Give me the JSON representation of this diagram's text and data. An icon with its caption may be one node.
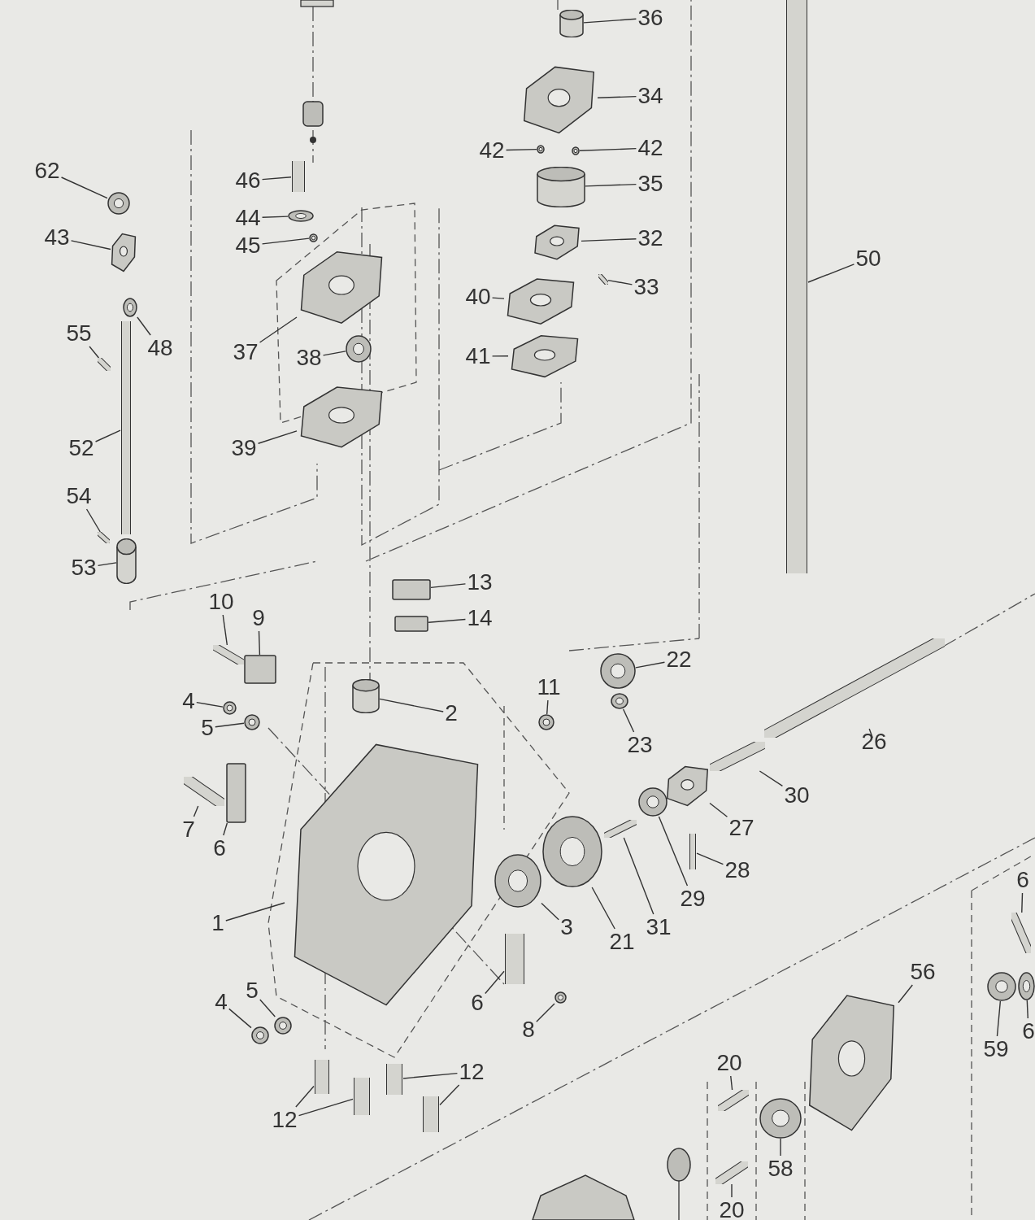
{
  "diagram": {
    "nodes": [
      {
        "text": [
          "36"
        ]
      },
      {
        "text": [],
        "shape": "cylinder"
      },
      {
        "text": [
          "34"
        ]
      },
      {
        "text": [],
        "shape": "picture"
      },
      {
        "text": [
          "42"
        ]
      },
      {
        "text": [],
        "shape": "circle"
      },
      {
        "text": [
          "42"
        ]
      },
      {
        "text": [],
        "shape": "circle"
      },
      {
        "text": [
          "35"
        ]
      },
      {
        "text": [],
        "shape": "cylinder"
      },
      {
        "text": [
          "32"
        ]
      },
      {
        "text": [],
        "shape": "picture"
      },
      {
        "text": [
          "33"
        ]
      },
      {
        "text": [],
        "shape": "bar"
      },
      {
        "text": [
          "40"
        ]
      },
      {
        "text": [],
        "shape": "picture"
      },
      {
        "text": [
          "41"
        ]
      },
      {
        "text": [],
        "shape": "picture"
      },
      {
        "text": [
          "50"
        ]
      },
      {
        "text": [],
        "shape": "bar"
      },
      {
        "text": [
          "62"
        ]
      },
      {
        "text": [],
        "shape": "circle"
      },
      {
        "text": [
          "43"
        ]
      },
      {
        "text": [],
        "shape": "picture"
      },
      {
        "text": [
          "48"
        ]
      },
      {
        "text": [],
        "shape": "circle"
      },
      {
        "text": [
          "55"
        ]
      },
      {
        "text": [],
        "shape": "bar"
      },
      {
        "text": [
          "52"
        ]
      },
      {
        "text": [],
        "shape": "bar"
      },
      {
        "text": [
          "54"
        ]
      },
      {
        "text": [],
        "shape": "bar"
      },
      {
        "text": [
          "53"
        ]
      },
      {
        "text": [],
        "shape": "cylinder"
      },
      {
        "text": [
          "46"
        ]
      },
      {
        "text": [],
        "shape": "bar"
      },
      {
        "text": [
          "44"
        ]
      },
      {
        "text": [],
        "shape": "circle"
      },
      {
        "text": [
          "45"
        ]
      },
      {
        "text": [],
        "shape": "circle"
      },
      {
        "text": [
          "37"
        ]
      },
      {
        "text": [],
        "shape": "picture"
      },
      {
        "text": [
          "38"
        ]
      },
      {
        "text": [],
        "shape": "circle"
      },
      {
        "text": [
          "39"
        ]
      },
      {
        "text": [],
        "shape": "picture"
      },
      {
        "text": [
          "10"
        ]
      },
      {
        "text": [],
        "shape": "bar"
      },
      {
        "text": [
          "9"
        ]
      },
      {
        "text": [],
        "shape": "box"
      },
      {
        "text": [
          "13"
        ]
      },
      {
        "text": [],
        "shape": "box"
      },
      {
        "text": [
          "14"
        ]
      },
      {
        "text": [],
        "shape": "box"
      },
      {
        "text": [
          "4"
        ]
      },
      {
        "text": [],
        "shape": "circle"
      },
      {
        "text": [
          "5"
        ]
      },
      {
        "text": [],
        "shape": "circle"
      },
      {
        "text": [
          "2"
        ]
      },
      {
        "text": [],
        "shape": "cylinder"
      },
      {
        "text": [
          "11"
        ]
      },
      {
        "text": [],
        "shape": "circle"
      },
      {
        "text": [
          "22"
        ]
      },
      {
        "text": [],
        "shape": "circle"
      },
      {
        "text": [
          "23"
        ]
      },
      {
        "text": [],
        "shape": "circle"
      },
      {
        "text": [
          "26"
        ]
      },
      {
        "text": [],
        "shape": "bar"
      },
      {
        "text": [
          "30"
        ]
      },
      {
        "text": [],
        "shape": "bar"
      },
      {
        "text": [
          "27"
        ]
      },
      {
        "text": [],
        "shape": "picture"
      },
      {
        "text": [
          "28"
        ]
      },
      {
        "text": [],
        "shape": "bar"
      },
      {
        "text": [
          "29"
        ]
      },
      {
        "text": [],
        "shape": "circle"
      },
      {
        "text": [
          "31"
        ]
      },
      {
        "text": [],
        "shape": "bar"
      },
      {
        "text": [
          "21"
        ]
      },
      {
        "text": [],
        "shape": "circle"
      },
      {
        "text": [
          "3"
        ]
      },
      {
        "text": [],
        "shape": "circle"
      },
      {
        "text": [
          "7"
        ]
      },
      {
        "text": [],
        "shape": "bar"
      },
      {
        "text": [
          "6"
        ]
      },
      {
        "text": [],
        "shape": "box"
      },
      {
        "text": [
          "1"
        ]
      },
      {
        "text": [],
        "shape": "picture"
      },
      {
        "text": [
          "6"
        ]
      },
      {
        "text": [],
        "shape": "bar"
      },
      {
        "text": [
          "8"
        ]
      },
      {
        "text": [],
        "shape": "circle"
      },
      {
        "text": [
          "5"
        ]
      },
      {
        "text": [],
        "shape": "circle"
      },
      {
        "text": [
          "4"
        ]
      },
      {
        "text": [],
        "shape": "circle"
      },
      {
        "text": [
          "12"
        ]
      },
      {
        "text": [],
        "shape": "bar"
      },
      {
        "text": [],
        "shape": "bar"
      },
      {
        "text": [
          "12"
        ]
      },
      {
        "text": [],
        "shape": "bar"
      },
      {
        "text": [],
        "shape": "bar"
      },
      {
        "text": [
          "20"
        ]
      },
      {
        "text": [],
        "shape": "bar"
      },
      {
        "text": [
          "20"
        ]
      },
      {
        "text": [],
        "shape": "bar"
      },
      {
        "text": [
          "58"
        ]
      },
      {
        "text": [],
        "shape": "circle"
      },
      {
        "text": [
          "56"
        ]
      },
      {
        "text": [],
        "shape": "picture"
      },
      {
        "text": [
          "59"
        ]
      },
      {
        "text": [],
        "shape": "circle"
      },
      {
        "text": [
          "6"
        ]
      },
      {
        "text": [],
        "shape": "bar"
      },
      {
        "text": [
          "6"
        ]
      },
      {
        "text": [],
        "shape": "circle"
      }
    ],
    "edges": [
      {
        "from": 0,
        "to": 1,
        "arrow": "none"
      },
      {
        "from": 2,
        "to": 3,
        "arrow": "none"
      },
      {
        "from": 4,
        "to": 5,
        "arrow": "none"
      },
      {
        "from": 6,
        "to": 7,
        "arrow": "none"
      },
      {
        "from": 8,
        "to": 9,
        "arrow": "none"
      },
      {
        "from": 10,
        "to": 11,
        "arrow": "none"
      },
      {
        "from": 12,
        "to": 13,
        "arrow": "none"
      },
      {
        "from": 14,
        "to": 15,
        "arrow": "none"
      },
      {
        "from": 16,
        "to": 17,
        "arrow": "none"
      },
      {
        "from": 18,
        "to": 19,
        "arrow": "none"
      },
      {
        "from": 20,
        "to": 21,
        "arrow": "none"
      },
      {
        "from": 22,
        "to": 23,
        "arrow": "none"
      },
      {
        "from": 24,
        "to": 25,
        "arrow": "none"
      },
      {
        "from": 26,
        "to": 27,
        "arrow": "none"
      },
      {
        "from": 28,
        "to": 29,
        "arrow": "none"
      },
      {
        "from": 30,
        "to": 31,
        "arrow": "none"
      },
      {
        "from": 32,
        "to": 33,
        "arrow": "none"
      },
      {
        "from": 34,
        "to": 35,
        "arrow": "none"
      },
      {
        "from": 36,
        "to": 37,
        "arrow": "none"
      },
      {
        "from": 38,
        "to": 39,
        "arrow": "none"
      },
      {
        "from": 40,
        "to": 41,
        "arrow": "none"
      },
      {
        "from": 42,
        "to": 43,
        "arrow": "none"
      },
      {
        "from": 44,
        "to": 45,
        "arrow": "none"
      },
      {
        "from": 46,
        "to": 47,
        "arrow": "none"
      },
      {
        "from": 48,
        "to": 49,
        "arrow": "none"
      },
      {
        "from": 50,
        "to": 51,
        "arrow": "none"
      },
      {
        "from": 52,
        "to": 53,
        "arrow": "none"
      },
      {
        "from": 54,
        "to": 55,
        "arrow": "none"
      },
      {
        "from": 56,
        "to": 57,
        "arrow": "none"
      },
      {
        "from": 58,
        "to": 59,
        "arrow": "none"
      },
      {
        "from": 60,
        "to": 61,
        "arrow": "none"
      },
      {
        "from": 62,
        "to": 63,
        "arrow": "none"
      },
      {
        "from": 64,
        "to": 65,
        "arrow": "none"
      },
      {
        "from": 66,
        "to": 67,
        "arrow": "none"
      },
      {
        "from": 68,
        "to": 69,
        "arrow": "none"
      },
      {
        "from": 70,
        "to": 71,
        "arrow": "none"
      },
      {
        "from": 72,
        "to": 73,
        "arrow": "none"
      },
      {
        "from": 74,
        "to": 75,
        "arrow": "none"
      },
      {
        "from": 76,
        "to": 77,
        "arrow": "none"
      },
      {
        "from": 78,
        "to": 79,
        "arrow": "none"
      },
      {
        "from": 80,
        "to": 81,
        "arrow": "none"
      },
      {
        "from": 82,
        "to": 83,
        "arrow": "none"
      },
      {
        "from": 84,
        "to": 85,
        "arrow": "none"
      },
      {
        "from": 86,
        "to": 87,
        "arrow": "none"
      },
      {
        "from": 88,
        "to": 89,
        "arrow": "none"
      },
      {
        "from": 90,
        "to": 91,
        "arrow": "none"
      },
      {
        "from": 92,
        "to": 93,
        "arrow": "none"
      },
      {
        "from": 94,
        "to": 95,
        "arrow": "none"
      },
      {
        "from": 96,
        "to": 97,
        "arrow": "none"
      },
      {
        "from": 96,
        "to": 98,
        "arrow": "none"
      },
      {
        "from": 99,
        "to": 100,
        "arrow": "none"
      },
      {
        "from": 99,
        "to": 101,
        "arrow": "none"
      },
      {
        "from": 102,
        "to": 103,
        "arrow": "none"
      },
      {
        "from": 104,
        "to": 105,
        "arrow": "none"
      },
      {
        "from": 106,
        "to": 107,
        "arrow": "none"
      },
      {
        "from": 108,
        "to": 109,
        "arrow": "none"
      },
      {
        "from": 110,
        "to": 111,
        "arrow": "none"
      },
      {
        "from": 112,
        "to": 113,
        "arrow": "none"
      },
      {
        "from": 114,
        "to": 115,
        "arrow": "none"
      }
    ]
  }
}
